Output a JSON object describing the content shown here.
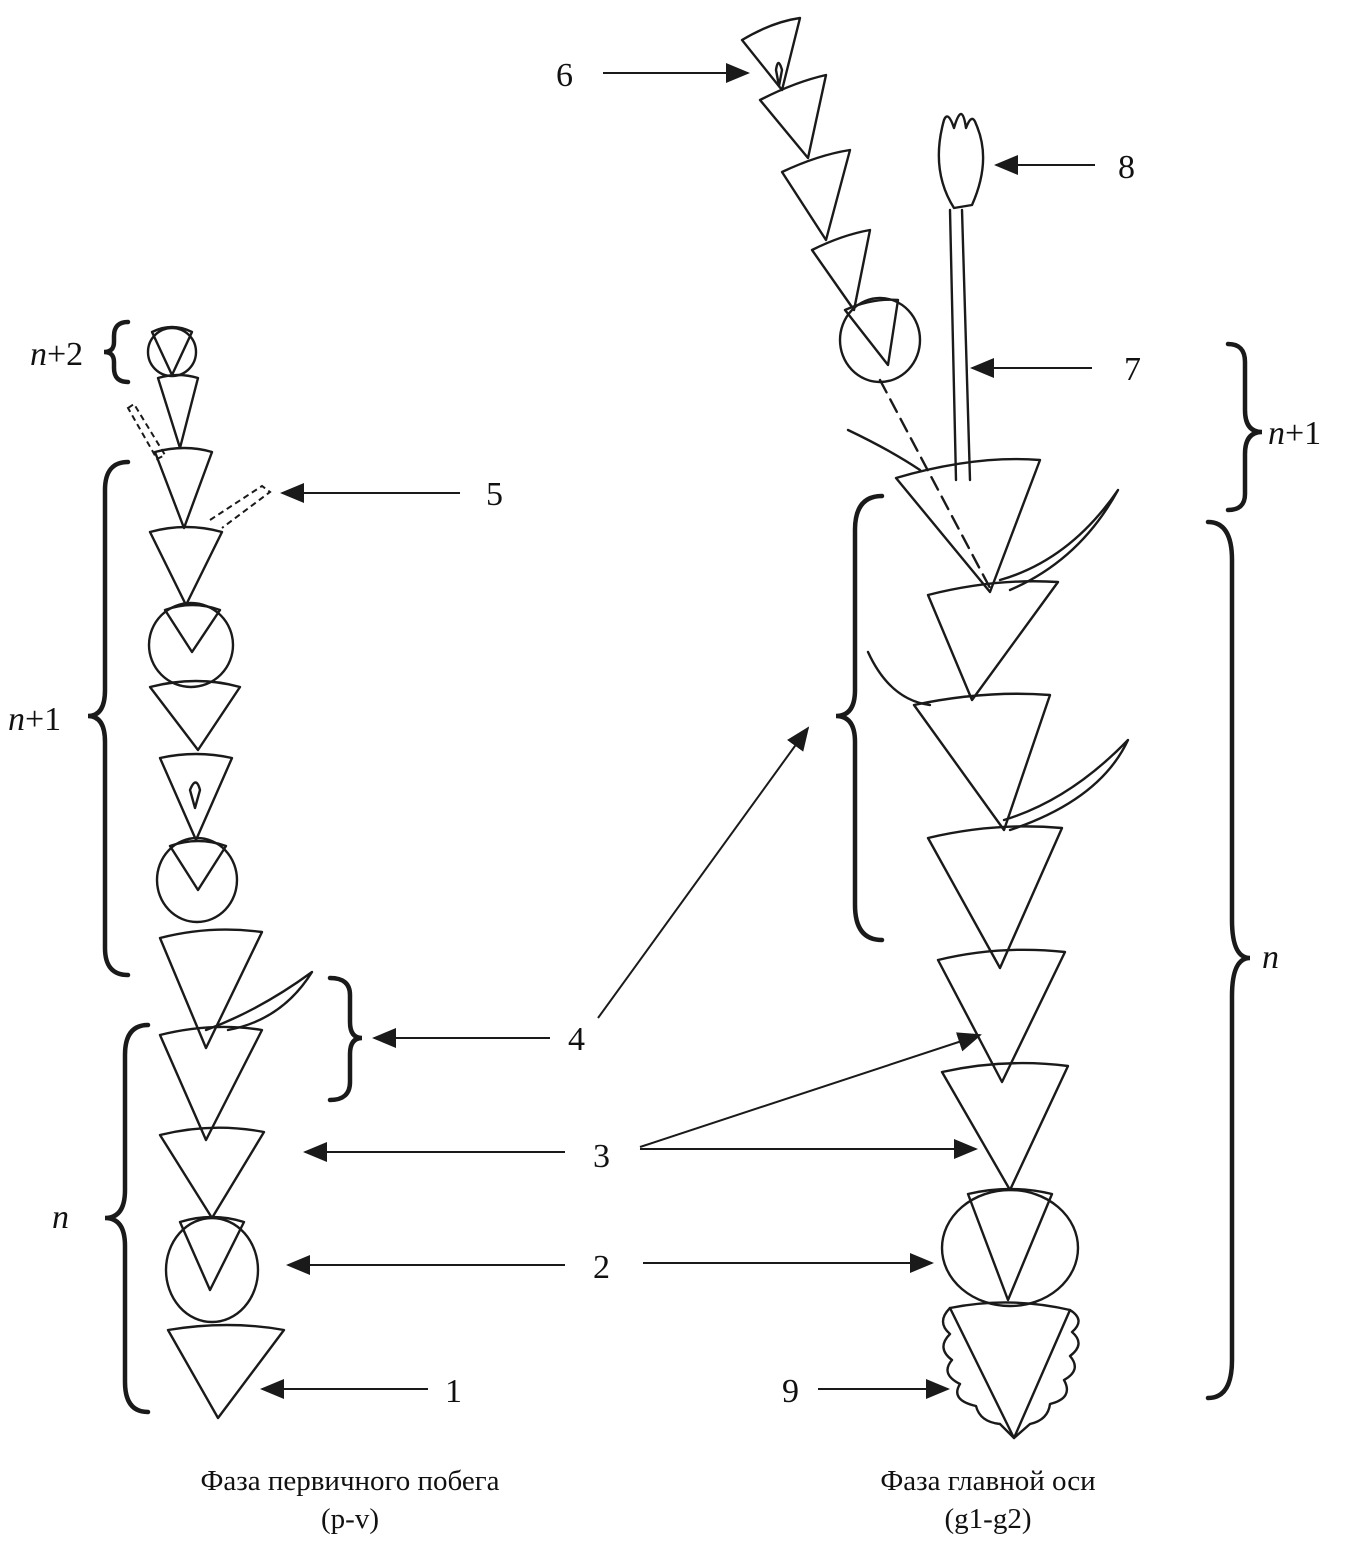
{
  "labels": {
    "one": "1",
    "two": "2",
    "three": "3",
    "four": "4",
    "five": "5",
    "six": "6",
    "seven": "7",
    "eight": "8",
    "nine": "9"
  },
  "brackets": {
    "n_plus_2": "+2",
    "n_plus_1": "+1",
    "n": "n",
    "n_var": "n"
  },
  "captions": {
    "left_line1": "Фаза первичного побега",
    "left_line2": "(p-v)",
    "right_line1": "Фаза главной оси",
    "right_line2": "(g1-g2)"
  }
}
